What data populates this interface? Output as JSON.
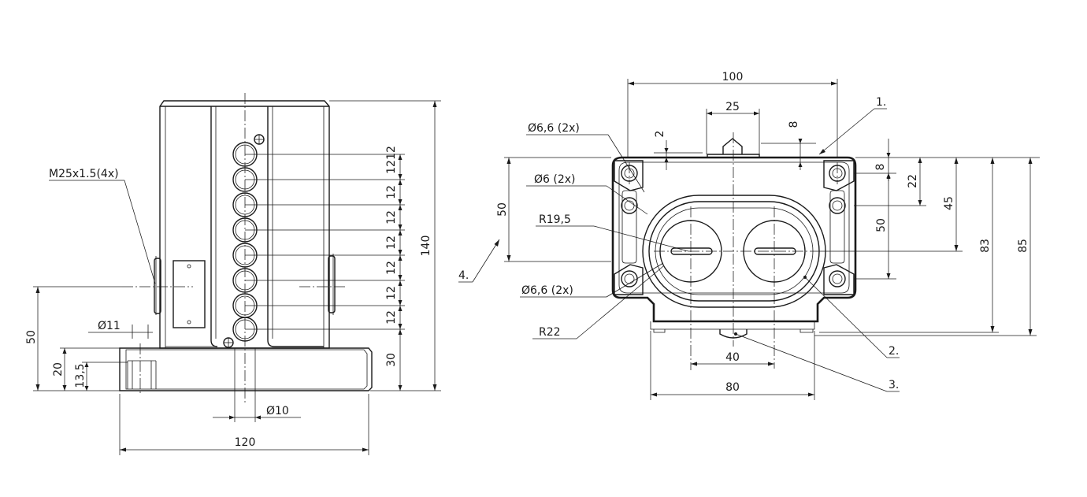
{
  "dimensions": {
    "front_view": {
      "thread": "M25x1.5(4x)",
      "pitch": [
        "12",
        "12",
        "12",
        "12",
        "12",
        "12",
        "12",
        "12"
      ],
      "bottom_30": "30",
      "height_140": "140",
      "height_50": "50",
      "base_20": "20",
      "base_13_5": "13,5",
      "dia_11": "Ø11",
      "dia_10": "Ø10",
      "width_120": "120"
    },
    "top_view": {
      "width_100": "100",
      "width_25": "25",
      "dim_2": "2",
      "dim_8_top": "8",
      "dia_6_6_top": "Ø6,6 (2x)",
      "dia_6": "Ø6 (2x)",
      "radius_19_5": "R19,5",
      "dia_6_6_bottom": "Ø6,6 (2x)",
      "radius_22": "R22",
      "left_50": "50",
      "right_8": "8",
      "right_22": "22",
      "right_45": "45",
      "right_50": "50",
      "right_83": "83",
      "right_85": "85",
      "bottom_40": "40",
      "bottom_80": "80"
    }
  },
  "callouts": [
    "1.",
    "2.",
    "3.",
    "4."
  ]
}
